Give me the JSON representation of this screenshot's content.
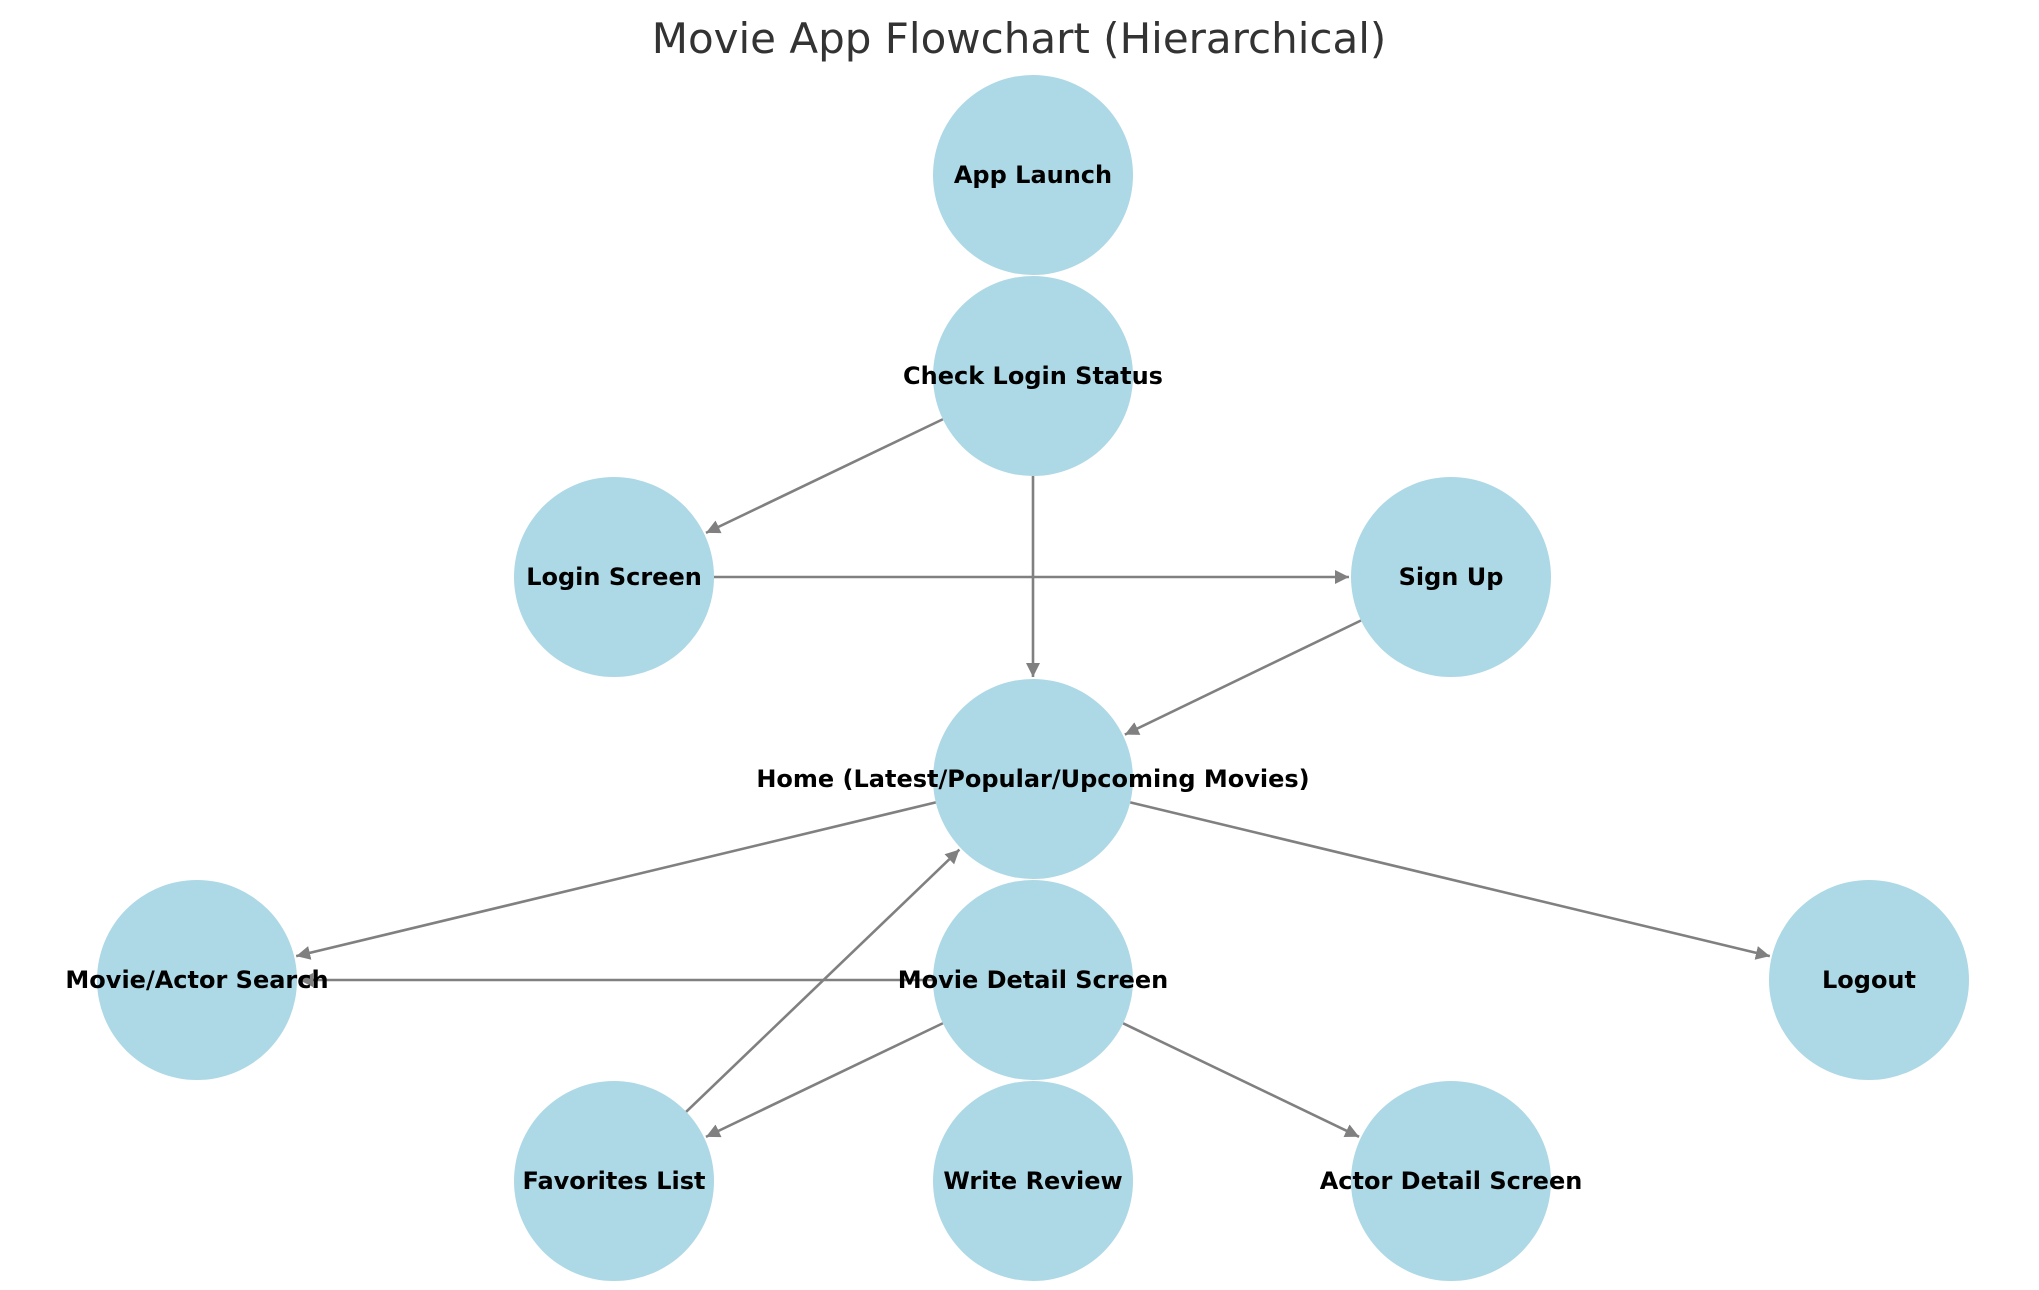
{
  "title": "Movie App Flowchart (Hierarchical)",
  "colors": {
    "node_fill": "#add8e6",
    "edge": "#808080",
    "title": "#333333",
    "label": "#000000"
  },
  "nodes": [
    {
      "id": "app-launch",
      "label": "App Launch"
    },
    {
      "id": "check-login-status",
      "label": "Check Login Status"
    },
    {
      "id": "login-screen",
      "label": "Login Screen"
    },
    {
      "id": "sign-up",
      "label": "Sign Up"
    },
    {
      "id": "home",
      "label": "Home (Latest/Popular/Upcoming Movies)"
    },
    {
      "id": "movie-actor-search",
      "label": "Movie/Actor Search"
    },
    {
      "id": "movie-detail-screen",
      "label": "Movie Detail Screen"
    },
    {
      "id": "logout",
      "label": "Logout"
    },
    {
      "id": "favorites-list",
      "label": "Favorites List"
    },
    {
      "id": "write-review",
      "label": "Write Review"
    },
    {
      "id": "actor-detail-screen",
      "label": "Actor Detail Screen"
    }
  ],
  "edges": [
    {
      "from": "check-login-status",
      "to": "login-screen"
    },
    {
      "from": "check-login-status",
      "to": "home"
    },
    {
      "from": "login-screen",
      "to": "sign-up"
    },
    {
      "from": "sign-up",
      "to": "home"
    },
    {
      "from": "home",
      "to": "movie-actor-search"
    },
    {
      "from": "home",
      "to": "logout"
    },
    {
      "from": "movie-detail-screen",
      "to": "movie-actor-search"
    },
    {
      "from": "movie-detail-screen",
      "to": "favorites-list"
    },
    {
      "from": "movie-detail-screen",
      "to": "actor-detail-screen"
    },
    {
      "from": "favorites-list",
      "to": "home"
    }
  ]
}
